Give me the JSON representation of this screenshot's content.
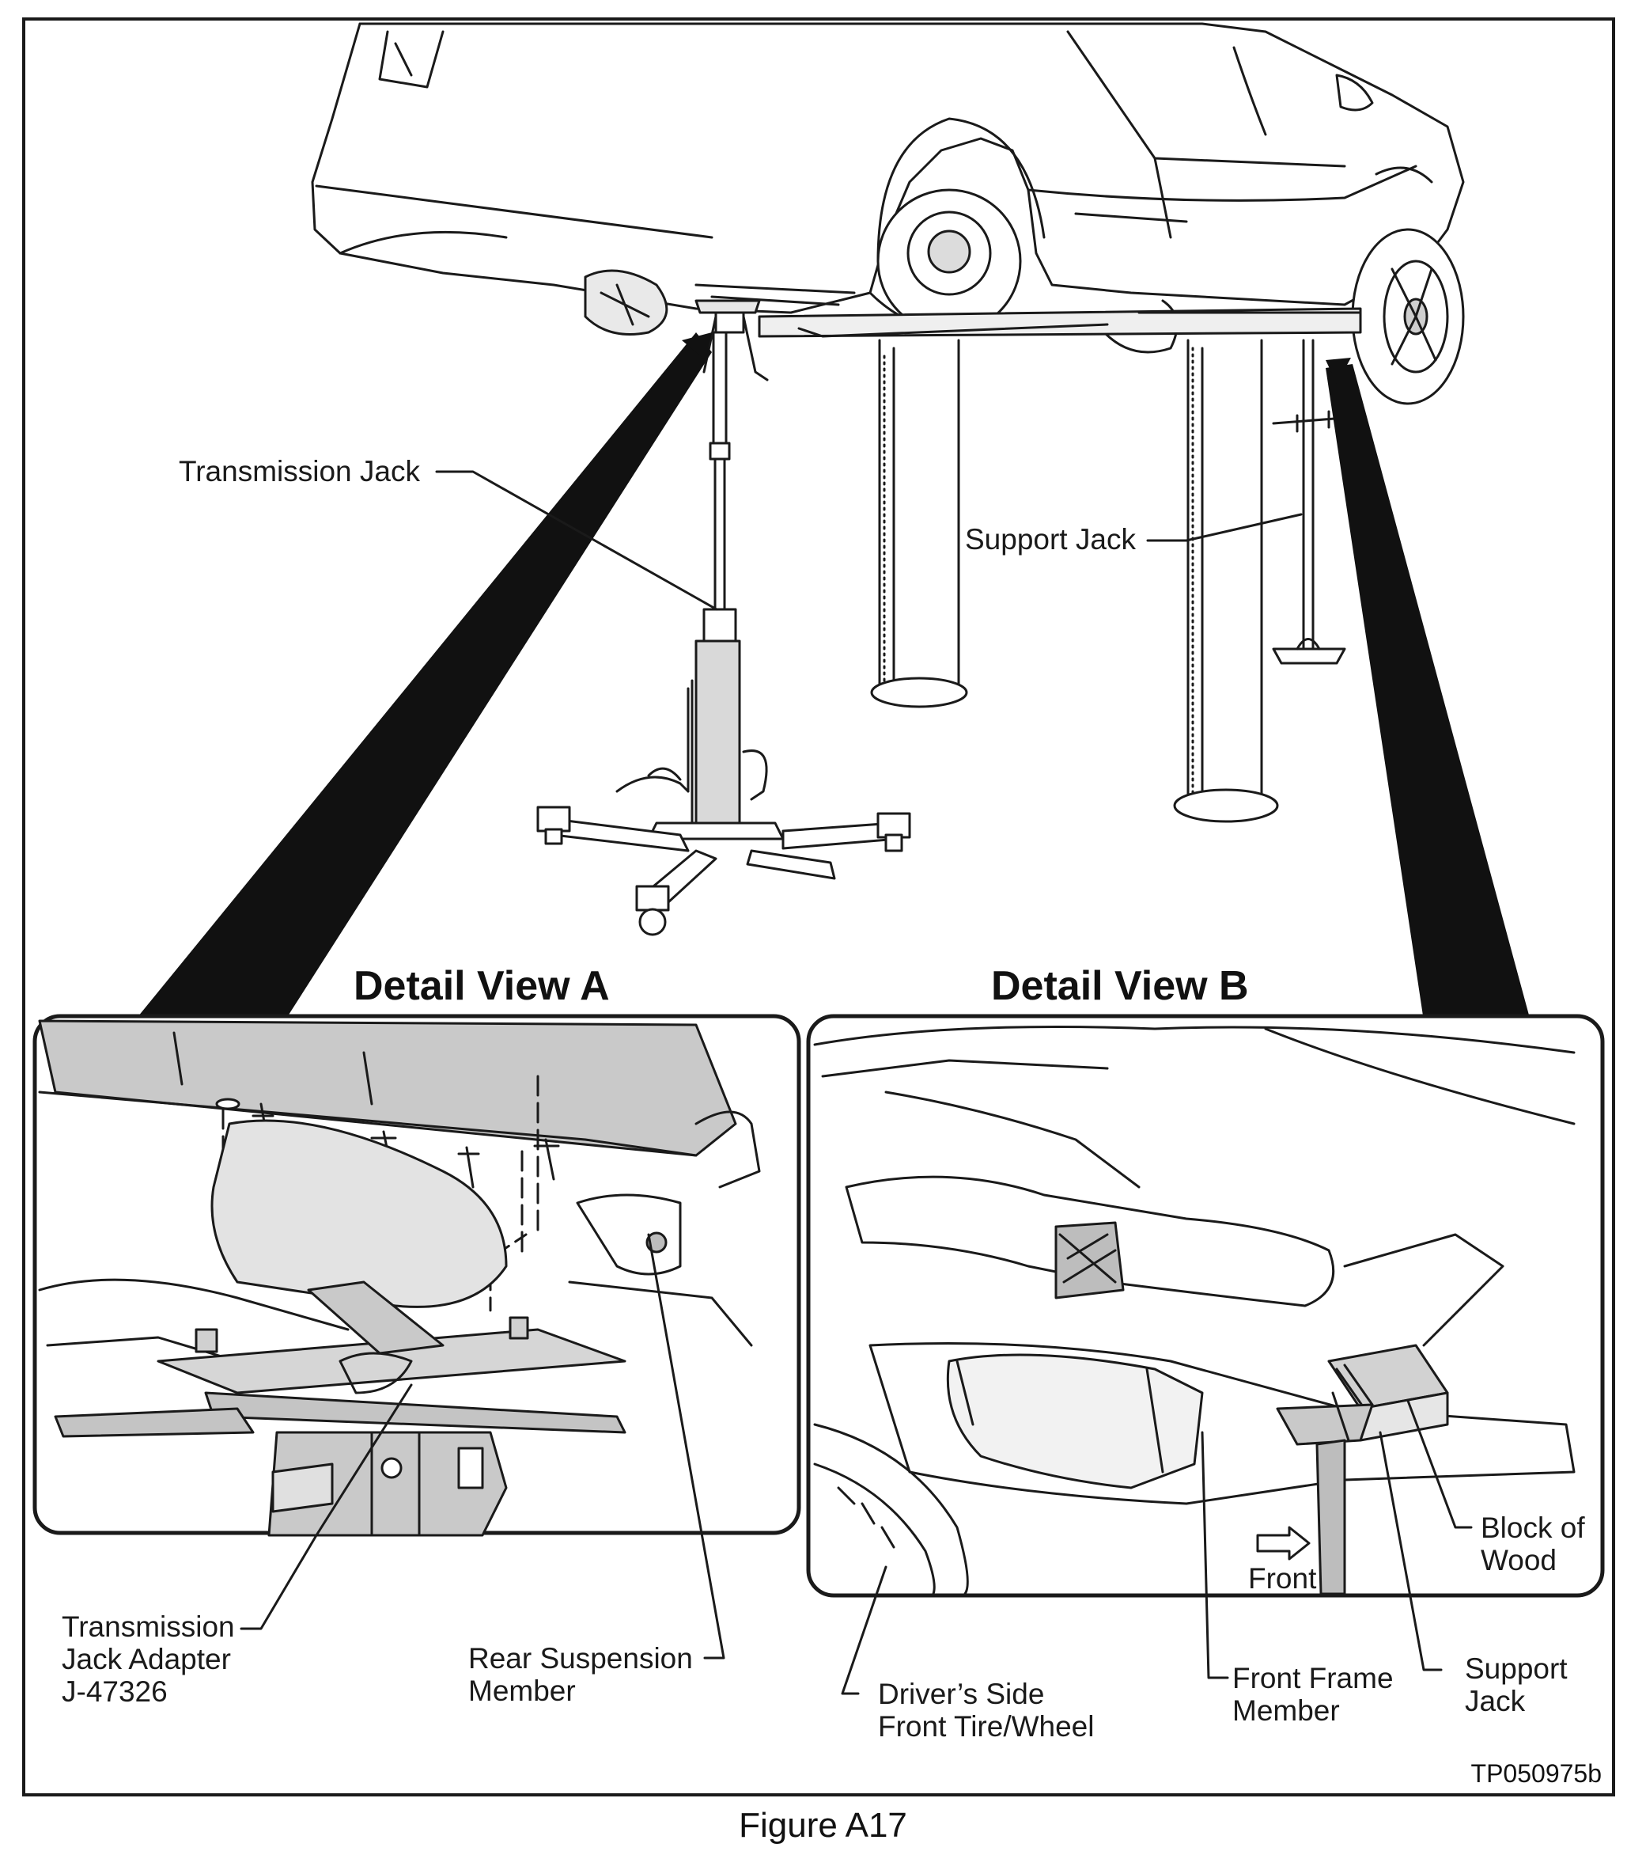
{
  "labels": {
    "transmission_jack": "Transmission Jack",
    "support_jack_main": "Support Jack",
    "detail_a_title": "Detail View A",
    "detail_b_title": "Detail View B",
    "transmission_jack_adapter": "Transmission\nJack Adapter\nJ-47326",
    "rear_suspension_member": "Rear Suspension\nMember",
    "drivers_side_tire": "Driver’s Side\nFront Tire/Wheel",
    "front_frame_member": "Front Frame\nMember",
    "support_jack_detail": "Support\nJack",
    "block_of_wood": "Block of\nWood",
    "front_arrow": "Front"
  },
  "figure_id": "TP050975b",
  "caption": "Figure A17",
  "colors": {
    "line": "#1a1a1a",
    "gray_fill": "#c9c9c9",
    "light_gray": "#e3e3e3",
    "wood": "#d2d2d2"
  }
}
